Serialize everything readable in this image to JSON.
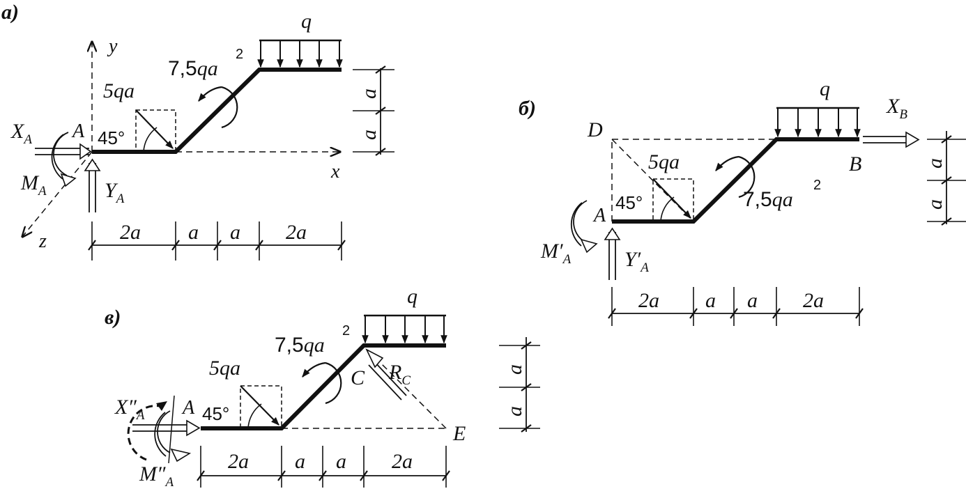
{
  "panels": {
    "a": {
      "tag": "а)",
      "load_q": "q",
      "moment": {
        "base": "7,5",
        "var": "qa",
        "exp": "2"
      },
      "force": "5qa",
      "angle": "45°",
      "point_A": "A",
      "reaction_X": {
        "main": "X",
        "sub": "A"
      },
      "reaction_Y": {
        "main": "Y",
        "sub": "A"
      },
      "reaction_M": {
        "main": "M",
        "sub": "A"
      },
      "axis_x": "x",
      "axis_y": "y",
      "axis_z": "z",
      "horiz_dims": [
        "2a",
        "a",
        "a",
        "2a"
      ],
      "vert_dims": [
        "a",
        "a"
      ]
    },
    "b": {
      "tag": "б)",
      "load_q": "q",
      "moment": {
        "base": "7,5",
        "var": "qa",
        "exp": "2"
      },
      "force": "5qa",
      "angle": "45°",
      "point_A": "A",
      "point_B": "B",
      "point_D": "D",
      "reaction_X": {
        "main": "X",
        "sub": "B"
      },
      "reaction_Y": {
        "main": "Y′",
        "sub": "A"
      },
      "reaction_M": {
        "main": "M′",
        "sub": "A"
      },
      "horiz_dims": [
        "2a",
        "a",
        "a",
        "2a"
      ],
      "vert_dims": [
        "a",
        "a"
      ]
    },
    "c": {
      "tag": "в)",
      "load_q": "q",
      "moment": {
        "base": "7,5",
        "var": "qa",
        "exp": "2"
      },
      "force": "5qa",
      "angle": "45°",
      "point_A": "A",
      "point_C": "C",
      "point_E": "E",
      "reaction_X": {
        "main": "X″",
        "sub": "A"
      },
      "reaction_R": {
        "main": "R",
        "sub": "C"
      },
      "reaction_M": {
        "main": "M″",
        "sub": "A"
      },
      "horiz_dims": [
        "2a",
        "a",
        "a",
        "2a"
      ],
      "vert_dims": [
        "a",
        "a"
      ]
    }
  }
}
